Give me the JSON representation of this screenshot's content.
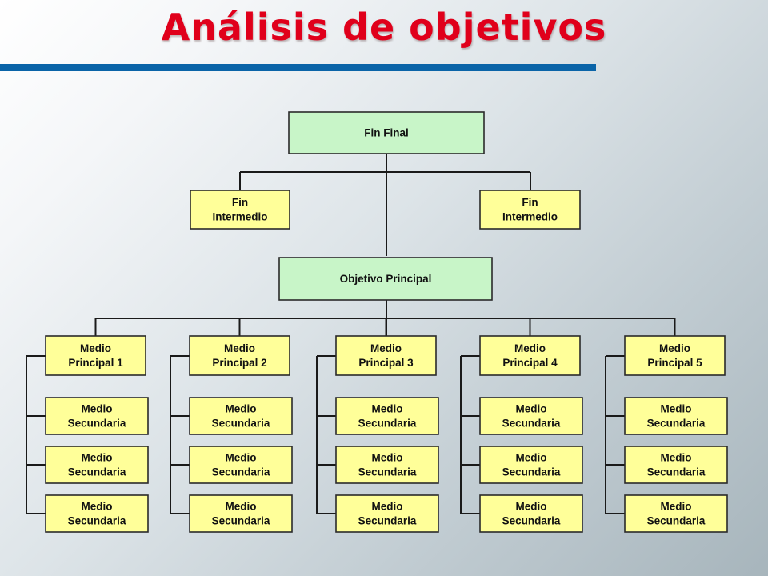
{
  "slide": {
    "title": "Análisis de objetivos",
    "colors": {
      "title": "#e0001b",
      "title_rule": "#0a64a8",
      "green_box": "#c8f5c8",
      "yellow_box": "#ffff99",
      "line": "#1a1a1a"
    }
  },
  "diagram": {
    "fin_final": [
      "Fin Final"
    ],
    "fines_intermedios": [
      [
        "Fin",
        "Intermedio"
      ],
      [
        "Fin",
        "Intermedio"
      ]
    ],
    "objetivo_principal": [
      "Objetivo Principal"
    ],
    "medios": [
      {
        "principal": [
          "Medio",
          "Principal 1"
        ],
        "secundarios": [
          [
            "Medio",
            "Secundaria"
          ],
          [
            "Medio",
            "Secundaria"
          ],
          [
            "Medio",
            "Secundaria"
          ]
        ]
      },
      {
        "principal": [
          "Medio",
          "Principal 2"
        ],
        "secundarios": [
          [
            "Medio",
            "Secundaria"
          ],
          [
            "Medio",
            "Secundaria"
          ],
          [
            "Medio",
            "Secundaria"
          ]
        ]
      },
      {
        "principal": [
          "Medio",
          "Principal 3"
        ],
        "secundarios": [
          [
            "Medio",
            "Secundaria"
          ],
          [
            "Medio",
            "Secundaria"
          ],
          [
            "Medio",
            "Secundaria"
          ]
        ]
      },
      {
        "principal": [
          "Medio",
          "Principal 4"
        ],
        "secundarios": [
          [
            "Medio",
            "Secundaria"
          ],
          [
            "Medio",
            "Secundaria"
          ],
          [
            "Medio",
            "Secundaria"
          ]
        ]
      },
      {
        "principal": [
          "Medio",
          "Principal 5"
        ],
        "secundarios": [
          [
            "Medio",
            "Secundaria"
          ],
          [
            "Medio",
            "Secundaria"
          ],
          [
            "Medio",
            "Secundaria"
          ]
        ]
      }
    ]
  }
}
